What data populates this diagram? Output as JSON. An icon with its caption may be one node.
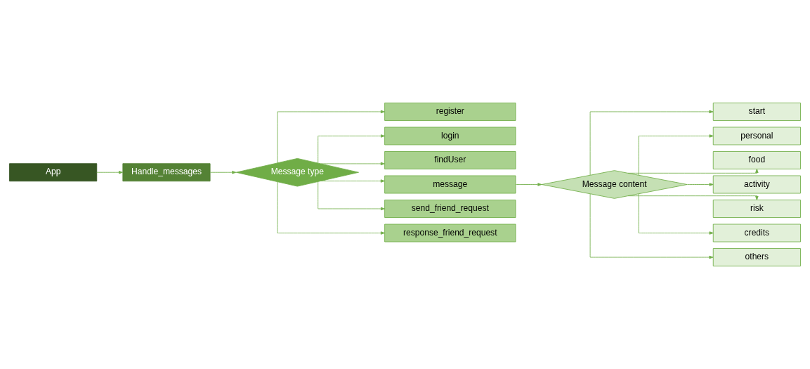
{
  "diagram": {
    "nodes": [
      {
        "text": [
          "App"
        ]
      },
      {
        "text": [
          "Handle_messages"
        ]
      },
      {
        "text": [
          "Message type"
        ]
      },
      {
        "text": [
          "register"
        ]
      },
      {
        "text": [
          "login"
        ]
      },
      {
        "text": [
          "findUser"
        ]
      },
      {
        "text": [
          "message"
        ]
      },
      {
        "text": [
          "send_friend_request"
        ]
      },
      {
        "text": [
          "response_friend_request"
        ]
      },
      {
        "text": [
          "Message content"
        ]
      },
      {
        "text": [
          "start"
        ]
      },
      {
        "text": [
          "personal"
        ]
      },
      {
        "text": [
          "food"
        ]
      },
      {
        "text": [
          "activity"
        ]
      },
      {
        "text": [
          "risk"
        ]
      },
      {
        "text": [
          "credits"
        ]
      },
      {
        "text": [
          "others"
        ]
      }
    ],
    "edges": [
      {
        "from": 0,
        "to": 1,
        "arrow": "to"
      },
      {
        "from": 1,
        "to": 2,
        "arrow": "to"
      },
      {
        "from": 2,
        "to": 3,
        "arrow": "to"
      },
      {
        "from": 2,
        "to": 4,
        "arrow": "to"
      },
      {
        "from": 2,
        "to": 5,
        "arrow": "to"
      },
      {
        "from": 2,
        "to": 6,
        "arrow": "to"
      },
      {
        "from": 2,
        "to": 7,
        "arrow": "to"
      },
      {
        "from": 2,
        "to": 8,
        "arrow": "to"
      },
      {
        "from": 6,
        "to": 9,
        "arrow": "to"
      },
      {
        "from": 9,
        "to": 10,
        "arrow": "to"
      },
      {
        "from": 9,
        "to": 11,
        "arrow": "to"
      },
      {
        "from": 9,
        "to": 12,
        "arrow": "to"
      },
      {
        "from": 9,
        "to": 13,
        "arrow": "to"
      },
      {
        "from": 9,
        "to": 14,
        "arrow": "to"
      },
      {
        "from": 9,
        "to": 15,
        "arrow": "to"
      },
      {
        "from": 9,
        "to": 16,
        "arrow": "to"
      }
    ]
  }
}
